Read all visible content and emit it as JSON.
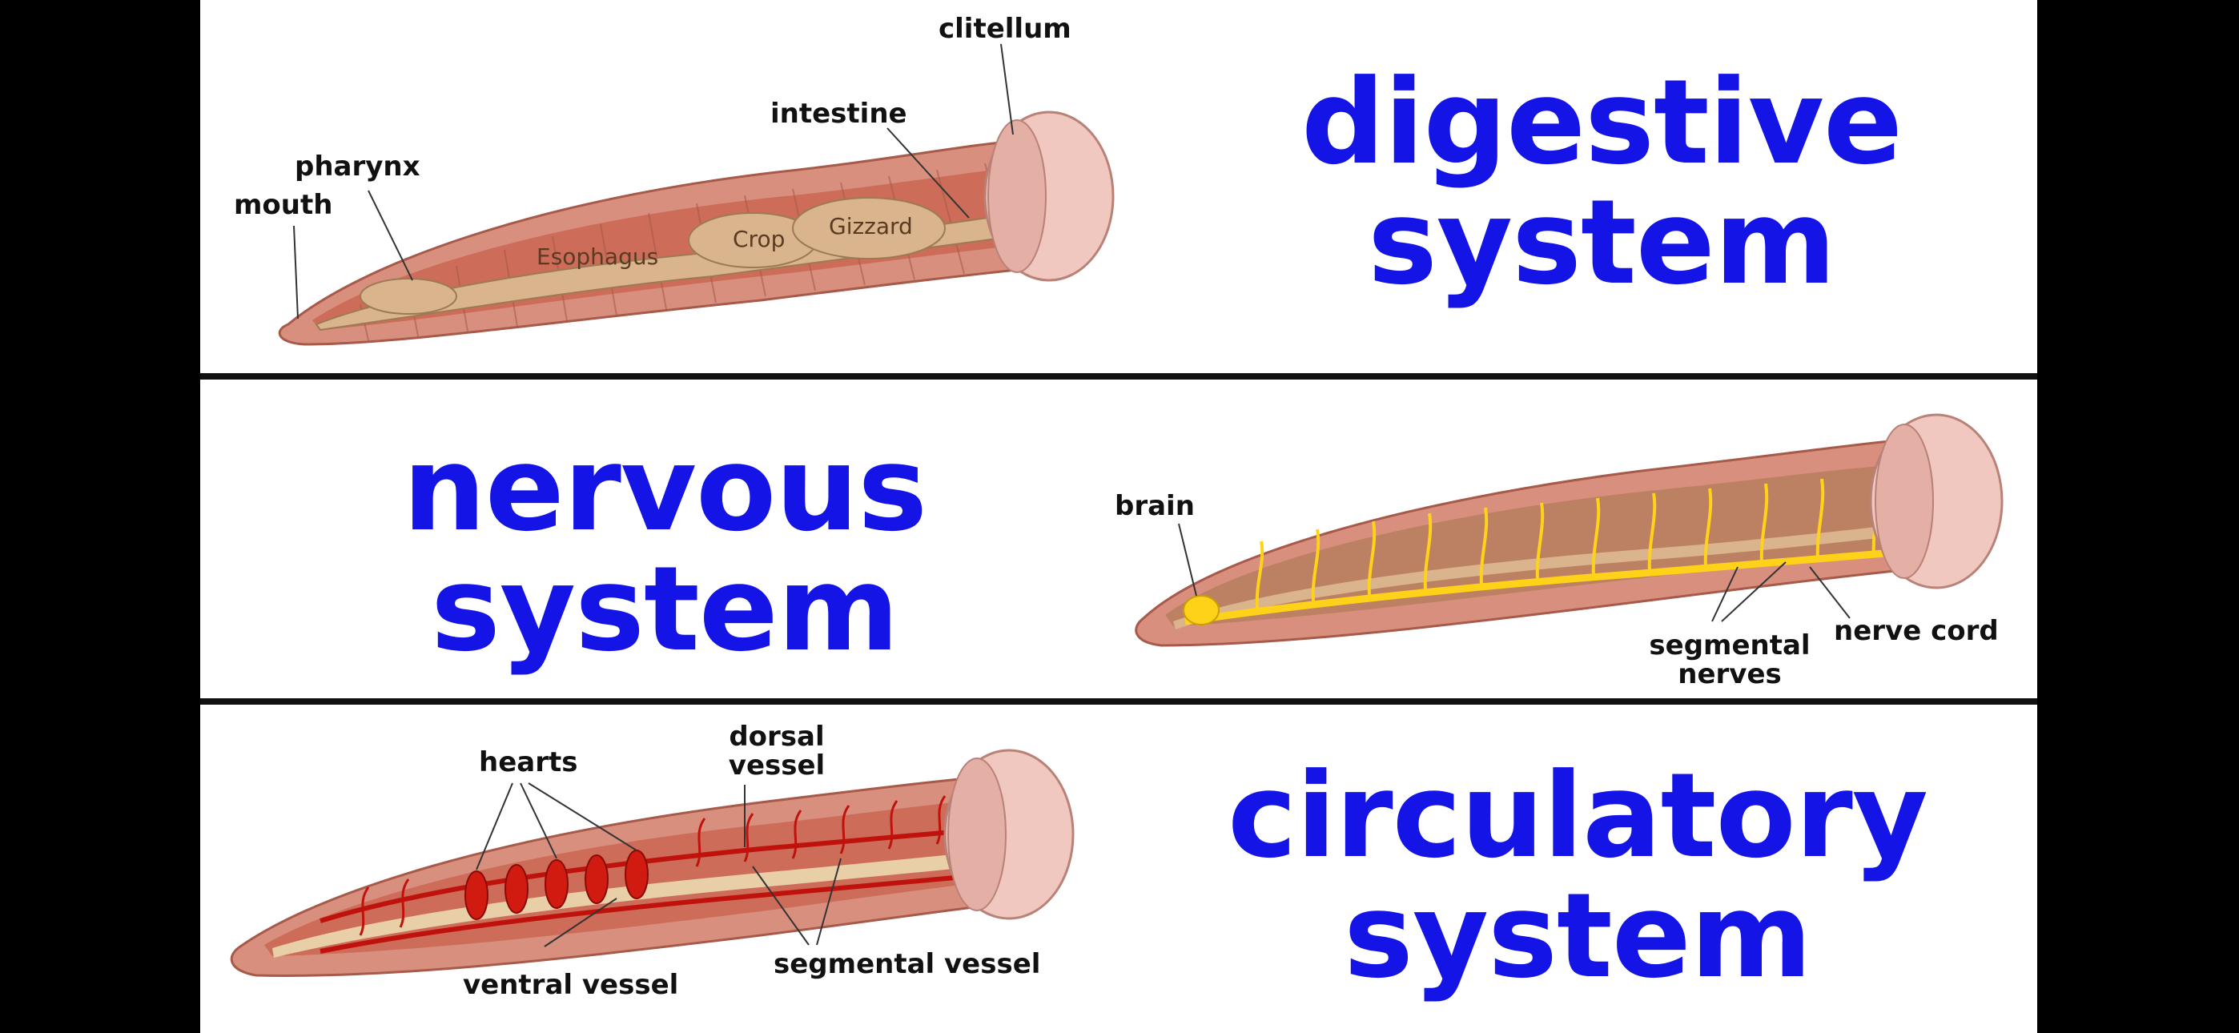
{
  "colors": {
    "heading": "#1414e6",
    "background": "#ffffff",
    "frame": "#000000",
    "skin": "#d98f7e",
    "gut": "#d9b48c",
    "nerve": "#ffd21a",
    "vessel": "#c0120c"
  },
  "panels": {
    "digestive": {
      "heading_line1": "digestive",
      "heading_line2": "system",
      "labels": {
        "clitellum": "clitellum",
        "intestine": "intestine",
        "pharynx": "pharynx",
        "mouth": "mouth"
      },
      "organs": {
        "esophagus": "Esophagus",
        "crop": "Crop",
        "gizzard": "Gizzard"
      }
    },
    "nervous": {
      "heading_line1": "nervous",
      "heading_line2": "system",
      "labels": {
        "brain": "brain",
        "segmental_nerves_line1": "segmental",
        "segmental_nerves_line2": "nerves",
        "nerve_cord": "nerve cord"
      }
    },
    "circulatory": {
      "heading_line1": "circulatory",
      "heading_line2": "system",
      "labels": {
        "hearts": "hearts",
        "dorsal_vessel_line1": "dorsal",
        "dorsal_vessel_line2": "vessel",
        "ventral_vessel": "ventral vessel",
        "segmental_vessel": "segmental vessel"
      }
    }
  }
}
